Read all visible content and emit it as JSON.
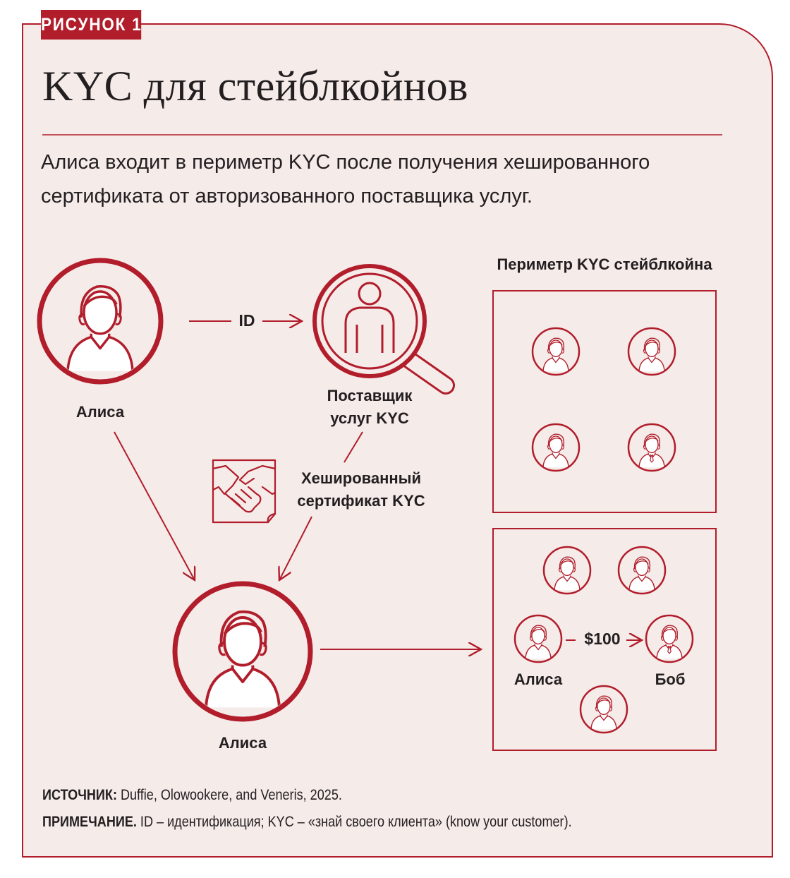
{
  "badge": "РИСУНОК 1",
  "title": "KYC для стейблкойнов",
  "subtitle_line1": "Алиса входит в периметр KYC после получения хешированного",
  "subtitle_line2": "сертификата от авторизованного поставщика услуг.",
  "labels": {
    "alice_top": "Алиса",
    "id_arrow": "ID",
    "provider_line1": "Поставщик",
    "provider_line2": "услуг KYC",
    "cert_line1": "Хешированный",
    "cert_line2": "сертификат KYC",
    "alice_bottom": "Алиса",
    "perimeter_title": "Периметр KYC стейблкойна",
    "transfer_amount": "$100",
    "perimeter_alice": "Алиса",
    "perimeter_bob": "Боб"
  },
  "footnotes": {
    "source_label": "ИСТОЧНИК:",
    "source_text": " Duffie, Olowookere, and Veneris, 2025.",
    "note_label": "ПРИМЕЧАНИЕ.",
    "note_text": " ID – идентификация; KYC – «знай своего клиента» (know your customer)."
  },
  "icons": [
    "person-icon",
    "magnifier-person-icon",
    "handshake-certificate-icon",
    "person-tie-icon"
  ],
  "colors": {
    "accent": "#b11d2b",
    "background": "#f5ebe9",
    "text": "#231f20"
  }
}
